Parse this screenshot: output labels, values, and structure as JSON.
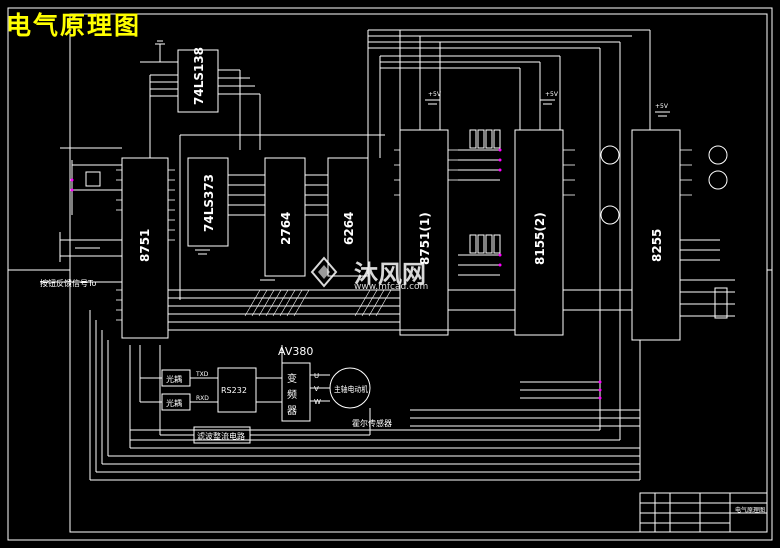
{
  "title": "电气原理图",
  "chips": {
    "decoder": "74LS138",
    "latch": "74LS373",
    "eprom": "2764",
    "sram": "6264",
    "mcu_main": "8751",
    "mcu_slave": "8751(1)",
    "pio": "8155(2)",
    "ppi": "8255"
  },
  "blocks": {
    "inverter_label": "AV380",
    "inverter_chars": [
      "变",
      "频",
      "器"
    ],
    "motor_label": "主轴电动机",
    "encoder_label": "霍尔传感器",
    "rs232": "RS232",
    "opto1": "光耦",
    "opto2": "光耦",
    "filter": "滤波整流电路",
    "brake_signal": "按钮反馈信号To",
    "uvw": [
      "U",
      "V",
      "W"
    ]
  },
  "pins": {
    "vcc": "+5V",
    "tx": "TXD",
    "rx": "RXD"
  },
  "title_block": {
    "drawing_name": "电气原理图"
  },
  "watermark": {
    "brand": "沐风网",
    "url": "www.mfcad.com"
  },
  "colors": {
    "background": "#000000",
    "lines": "#ffffff",
    "title": "#ffff00",
    "accent_pins": "#ff00ff"
  }
}
